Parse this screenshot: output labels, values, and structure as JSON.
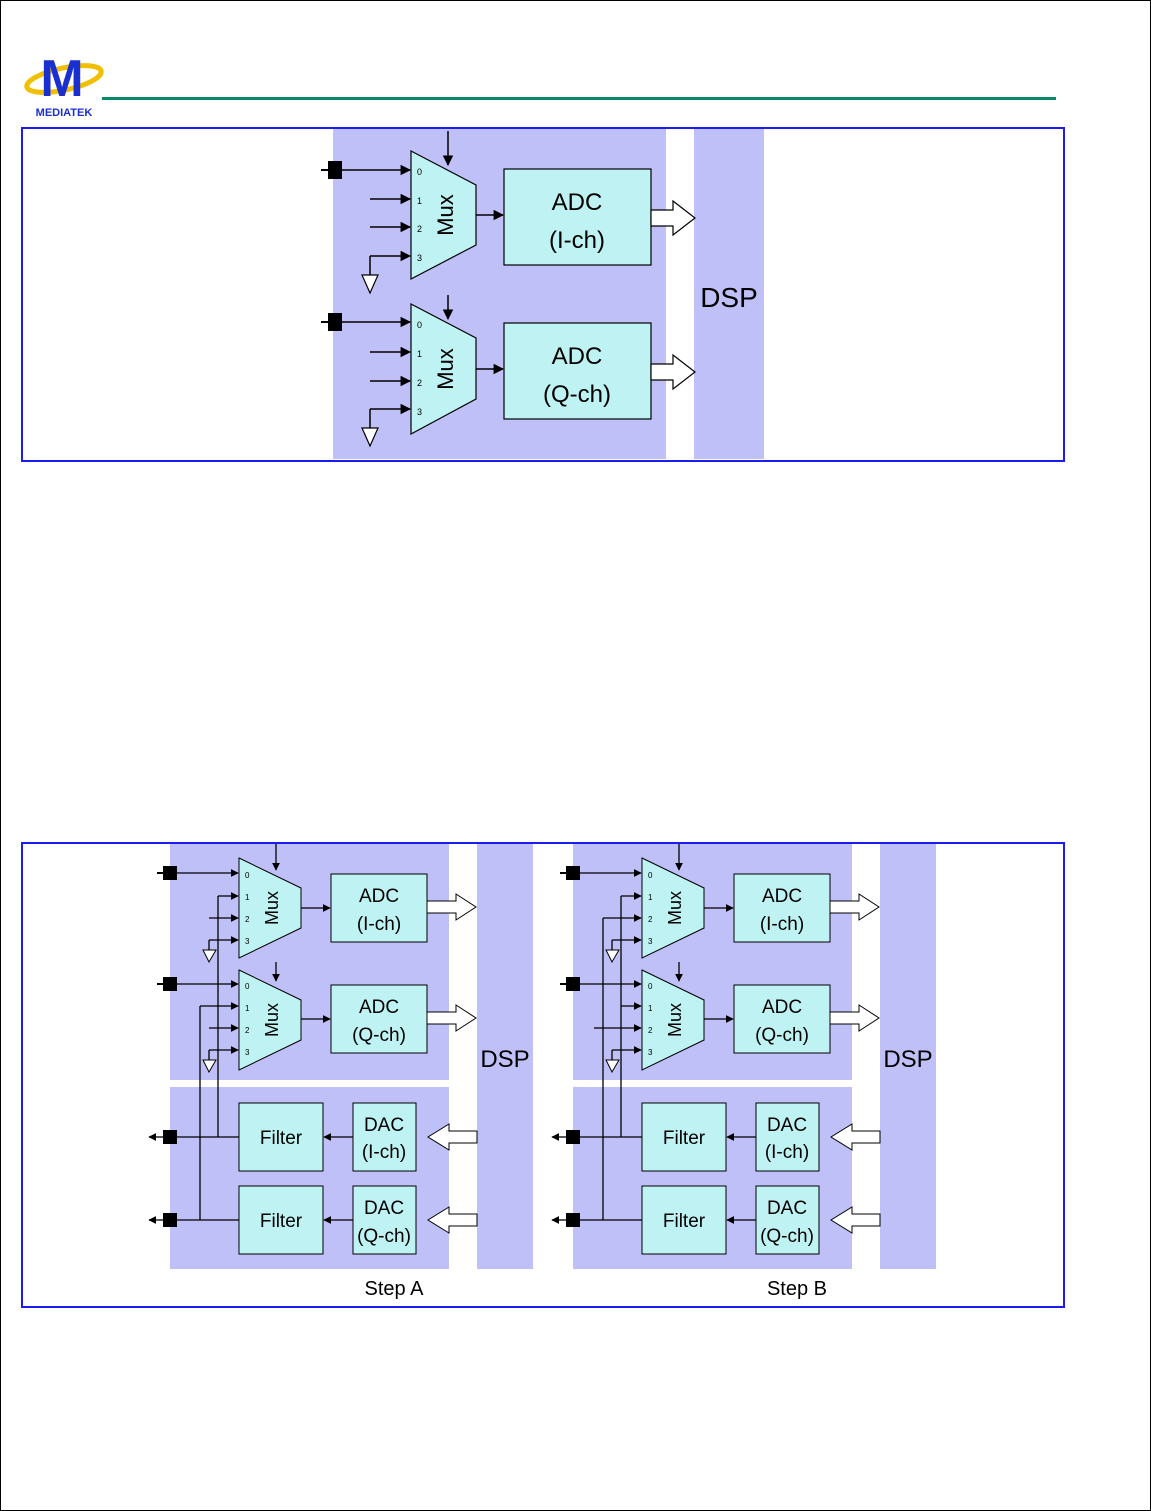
{
  "logo": {
    "letter": "M",
    "brand": "MEDIATEK"
  },
  "figure1": {
    "mux_label": "Mux",
    "mux_inputs": [
      "0",
      "1",
      "2",
      "3"
    ],
    "adc_i": [
      "ADC",
      "(I-ch)"
    ],
    "adc_q": [
      "ADC",
      "(Q-ch)"
    ],
    "dsp": "DSP"
  },
  "figure2": {
    "mux_label": "Mux",
    "mux_inputs": [
      "0",
      "1",
      "2",
      "3"
    ],
    "adc_i": [
      "ADC",
      "(I-ch)"
    ],
    "adc_q": [
      "ADC",
      "(Q-ch)"
    ],
    "dac_i": [
      "DAC",
      "(I-ch)"
    ],
    "dac_q": [
      "DAC",
      "(Q-ch)"
    ],
    "filter": "Filter",
    "dsp": "DSP",
    "step_a": "Step A",
    "step_b": "Step B"
  },
  "colors": {
    "panel": "#c0c0f8",
    "block": "#bff2f2",
    "border": "#1c1cf0",
    "rule": "#0a8a6a",
    "logo_blue": "#1a2fd0",
    "logo_gold": "#f0c000"
  }
}
